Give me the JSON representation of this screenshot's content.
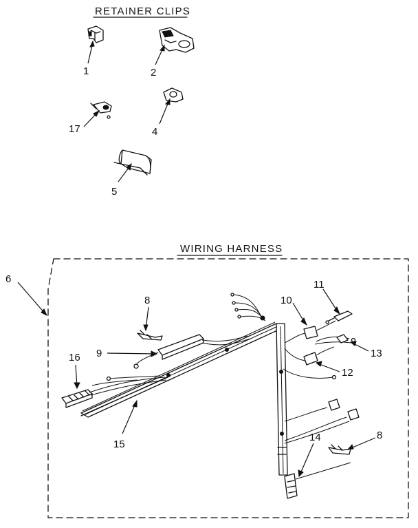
{
  "sections": {
    "retainer_title": "RETAINER CLIPS",
    "harness_title": "WIRING HARNESS"
  },
  "callouts": {
    "c1": "1",
    "c2": "2",
    "c17": "17",
    "c4": "4",
    "c5": "5",
    "c6": "6",
    "c8a": "8",
    "c9": "9",
    "c16": "16",
    "c15": "15",
    "c10": "10",
    "c11": "11",
    "c13": "13",
    "c12": "12",
    "c14": "14",
    "c8b": "8"
  }
}
